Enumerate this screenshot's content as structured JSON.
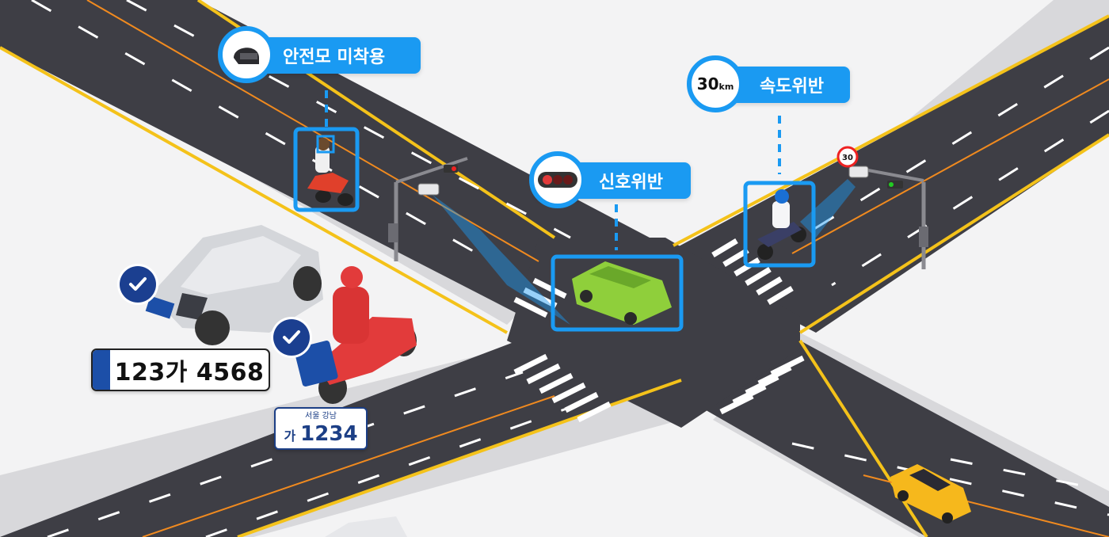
{
  "callouts": {
    "helmet": {
      "label": "안전모 미착용",
      "icon": "helmet-icon"
    },
    "speed": {
      "label": "속도위반",
      "badge_value": "30",
      "badge_unit": "km"
    },
    "signal": {
      "label": "신호위반",
      "icon": "traffic-light-icon"
    }
  },
  "plates": {
    "car": {
      "number": "123가 4568"
    },
    "scooter": {
      "region": "서울 강남",
      "hangul": "가",
      "number": "1234"
    }
  },
  "speed_sign": "30",
  "colors": {
    "accent": "#1a9af2",
    "road": "#3f3f46",
    "sidewalk": "#d9d9dc",
    "center_line": "#f7c21c",
    "plate_navy": "#1b3f90"
  }
}
